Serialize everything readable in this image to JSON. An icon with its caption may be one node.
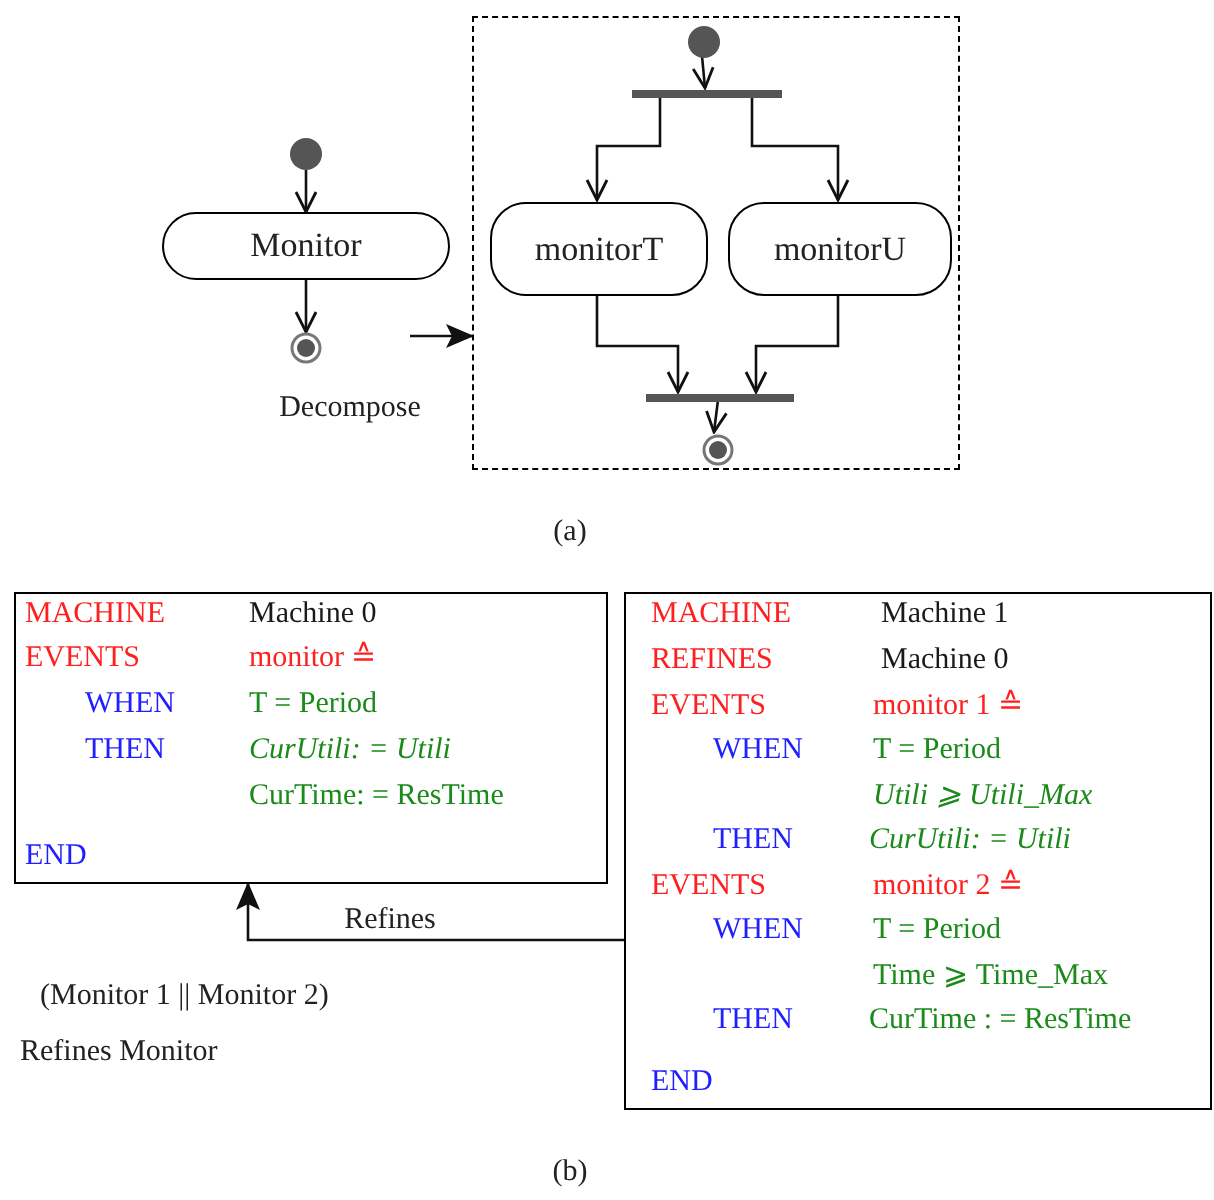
{
  "diagram": {
    "nodes": [
      {
        "text": [],
        "shape": "circle"
      },
      {
        "text": [
          "Monitor"
        ]
      },
      {
        "text": [],
        "shape": "circle"
      },
      {
        "text": [],
        "shape": "box"
      },
      {
        "text": [],
        "shape": "circle",
        "in": 3
      },
      {
        "text": [],
        "shape": "bar",
        "in": 3
      },
      {
        "text": [
          "monitorT"
        ],
        "in": 3
      },
      {
        "text": [
          "monitorU"
        ],
        "in": 3
      },
      {
        "text": [],
        "shape": "bar",
        "in": 3
      },
      {
        "text": [],
        "shape": "circle",
        "in": 3
      },
      {
        "text": [
          "MACHINE",
          "Machine 0",
          "EVENTS",
          "monitor ≙",
          "WHEN",
          "T = Period",
          "THEN",
          "CurUtili: = Utili",
          "CurTime: = ResTime",
          "END"
        ]
      },
      {
        "text": [
          "MACHINE",
          "Machine 1",
          "REFINES",
          "Machine 0",
          "EVENTS",
          "monitor 1 ≙",
          "WHEN",
          "T = Period",
          "Utili ⩾ Utili_Max",
          "THEN",
          "CurUtili: = Utili",
          "EVENTS",
          "monitor 2 ≙",
          "WHEN",
          "T = Period",
          "Time ⩾ Time_Max",
          "THEN",
          "CurTime : = ResTime",
          "END"
        ]
      }
    ],
    "edges": [
      {
        "from": 0,
        "to": 1,
        "arrow": "to"
      },
      {
        "from": 1,
        "to": 2,
        "arrow": "to"
      },
      {
        "from": null,
        "to": 3,
        "arrow": "to",
        "label": "Decompose"
      },
      {
        "from": 4,
        "to": 5,
        "arrow": "to"
      },
      {
        "from": 5,
        "to": 6,
        "arrow": "to"
      },
      {
        "from": 5,
        "to": 7,
        "arrow": "to"
      },
      {
        "from": 6,
        "to": 8,
        "arrow": "to"
      },
      {
        "from": 7,
        "to": 8,
        "arrow": "to"
      },
      {
        "from": 8,
        "to": 9,
        "arrow": "to"
      },
      {
        "from": 11,
        "to": 10,
        "arrow": "to",
        "label": "Refines"
      }
    ],
    "labels": [
      "(a)",
      "(Monitor 1 || Monitor 2)",
      "Refines Monitor",
      "(b)"
    ]
  }
}
